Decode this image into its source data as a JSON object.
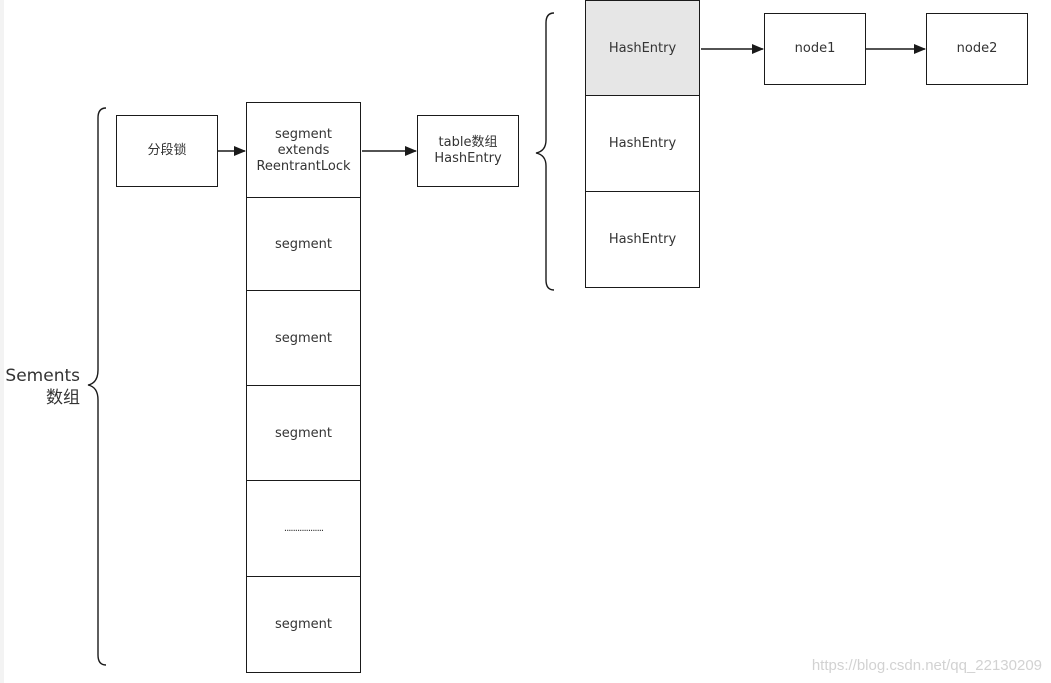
{
  "diagram": {
    "lock_box": "分段锁",
    "segments_label": "Sements\n数组",
    "segments": [
      "segment\nextends\nReentrantLock",
      "segment",
      "segment",
      "segment",
      "..................",
      "segment"
    ],
    "table_box": "table数组\nHashEntry",
    "hash_entries": [
      "HashEntry",
      "HashEntry",
      "HashEntry"
    ],
    "nodes": [
      "node1",
      "node2"
    ]
  },
  "watermark": "https://blog.csdn.net/qq_22130209",
  "colors": {
    "border": "#1a1a1a",
    "shaded_fill": "#e6e6e6",
    "text": "#333333",
    "watermark": "#d2d2d2"
  }
}
